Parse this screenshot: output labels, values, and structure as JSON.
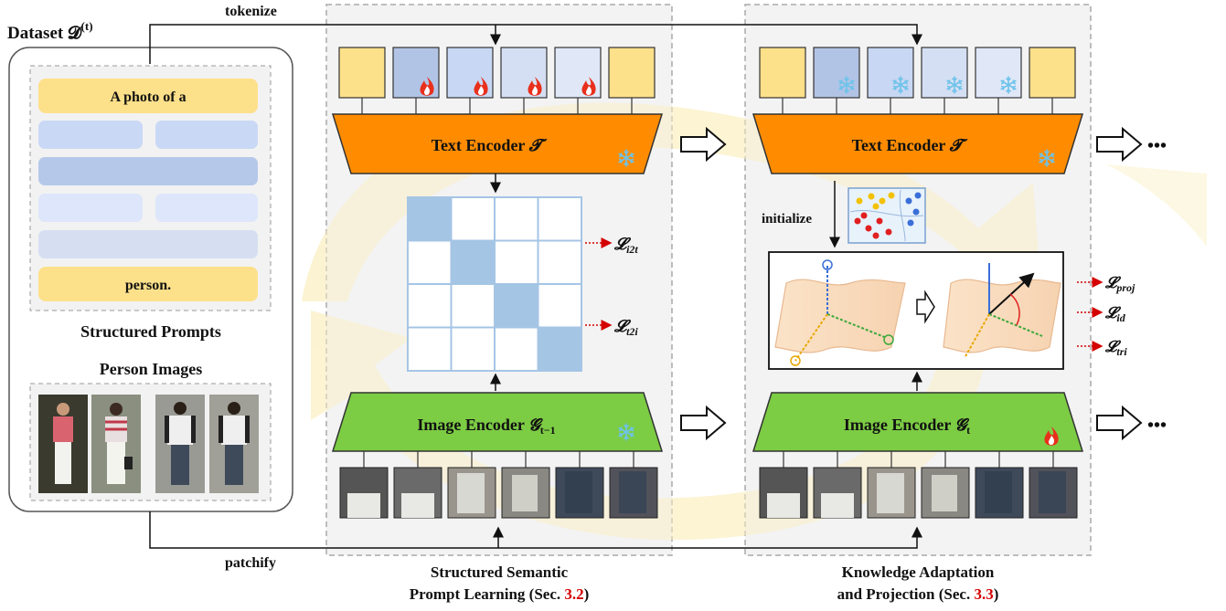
{
  "dataset": {
    "label": "Dataset 𝓓",
    "superscript": "(t)"
  },
  "arrows": {
    "tokenize": "tokenize",
    "patchify": "patchify",
    "initialize": "initialize",
    "ellipsis": "•••"
  },
  "left_panel": {
    "prompt_first": "A photo of a",
    "prompt_last": "person.",
    "structured_prompts": "Structured Prompts",
    "person_images": "Person Images"
  },
  "stage1": {
    "text_encoder": "Text Encoder",
    "text_encoder_symbol": "𝓣",
    "image_encoder": "Image Encoder",
    "image_encoder_symbol": "𝓖",
    "image_encoder_sub": "t−1",
    "loss_i2t": "𝓛",
    "loss_i2t_sub": "i2t",
    "loss_t2i": "𝓛",
    "loss_t2i_sub": "t2i",
    "caption_line1": "Structured Semantic",
    "caption_line2_prefix": "Prompt Learning (Sec. ",
    "caption_line2_ref": "3.2",
    "caption_line2_suffix": ")"
  },
  "stage2": {
    "text_encoder": "Text Encoder",
    "text_encoder_symbol": "𝓣",
    "image_encoder": "Image Encoder",
    "image_encoder_symbol": "𝓖",
    "image_encoder_sub": "t",
    "loss_proj": "𝓛",
    "loss_proj_sub": "proj",
    "loss_id": "𝓛",
    "loss_id_sub": "id",
    "loss_tri": "𝓛",
    "loss_tri_sub": "tri",
    "caption_line1": "Knowledge Adaptation",
    "caption_line2_prefix": "and Projection (Sec. ",
    "caption_line2_ref": "3.3",
    "caption_line2_suffix": ")"
  },
  "colors": {
    "text_encoder": "#ff8c00",
    "image_encoder": "#7ccc44",
    "prompt_yellow": "#fde08a",
    "prompt_blue": "#c9d8f5",
    "matrix_diag": "#a5c5e5",
    "flame": "#e8301c",
    "snowflake": "#6ec3ea",
    "red_ref": "#d40000"
  },
  "icons": [
    "flame-icon",
    "snowflake-icon",
    "rotate-icon",
    "double-arrow-icon",
    "cluster-icon"
  ]
}
